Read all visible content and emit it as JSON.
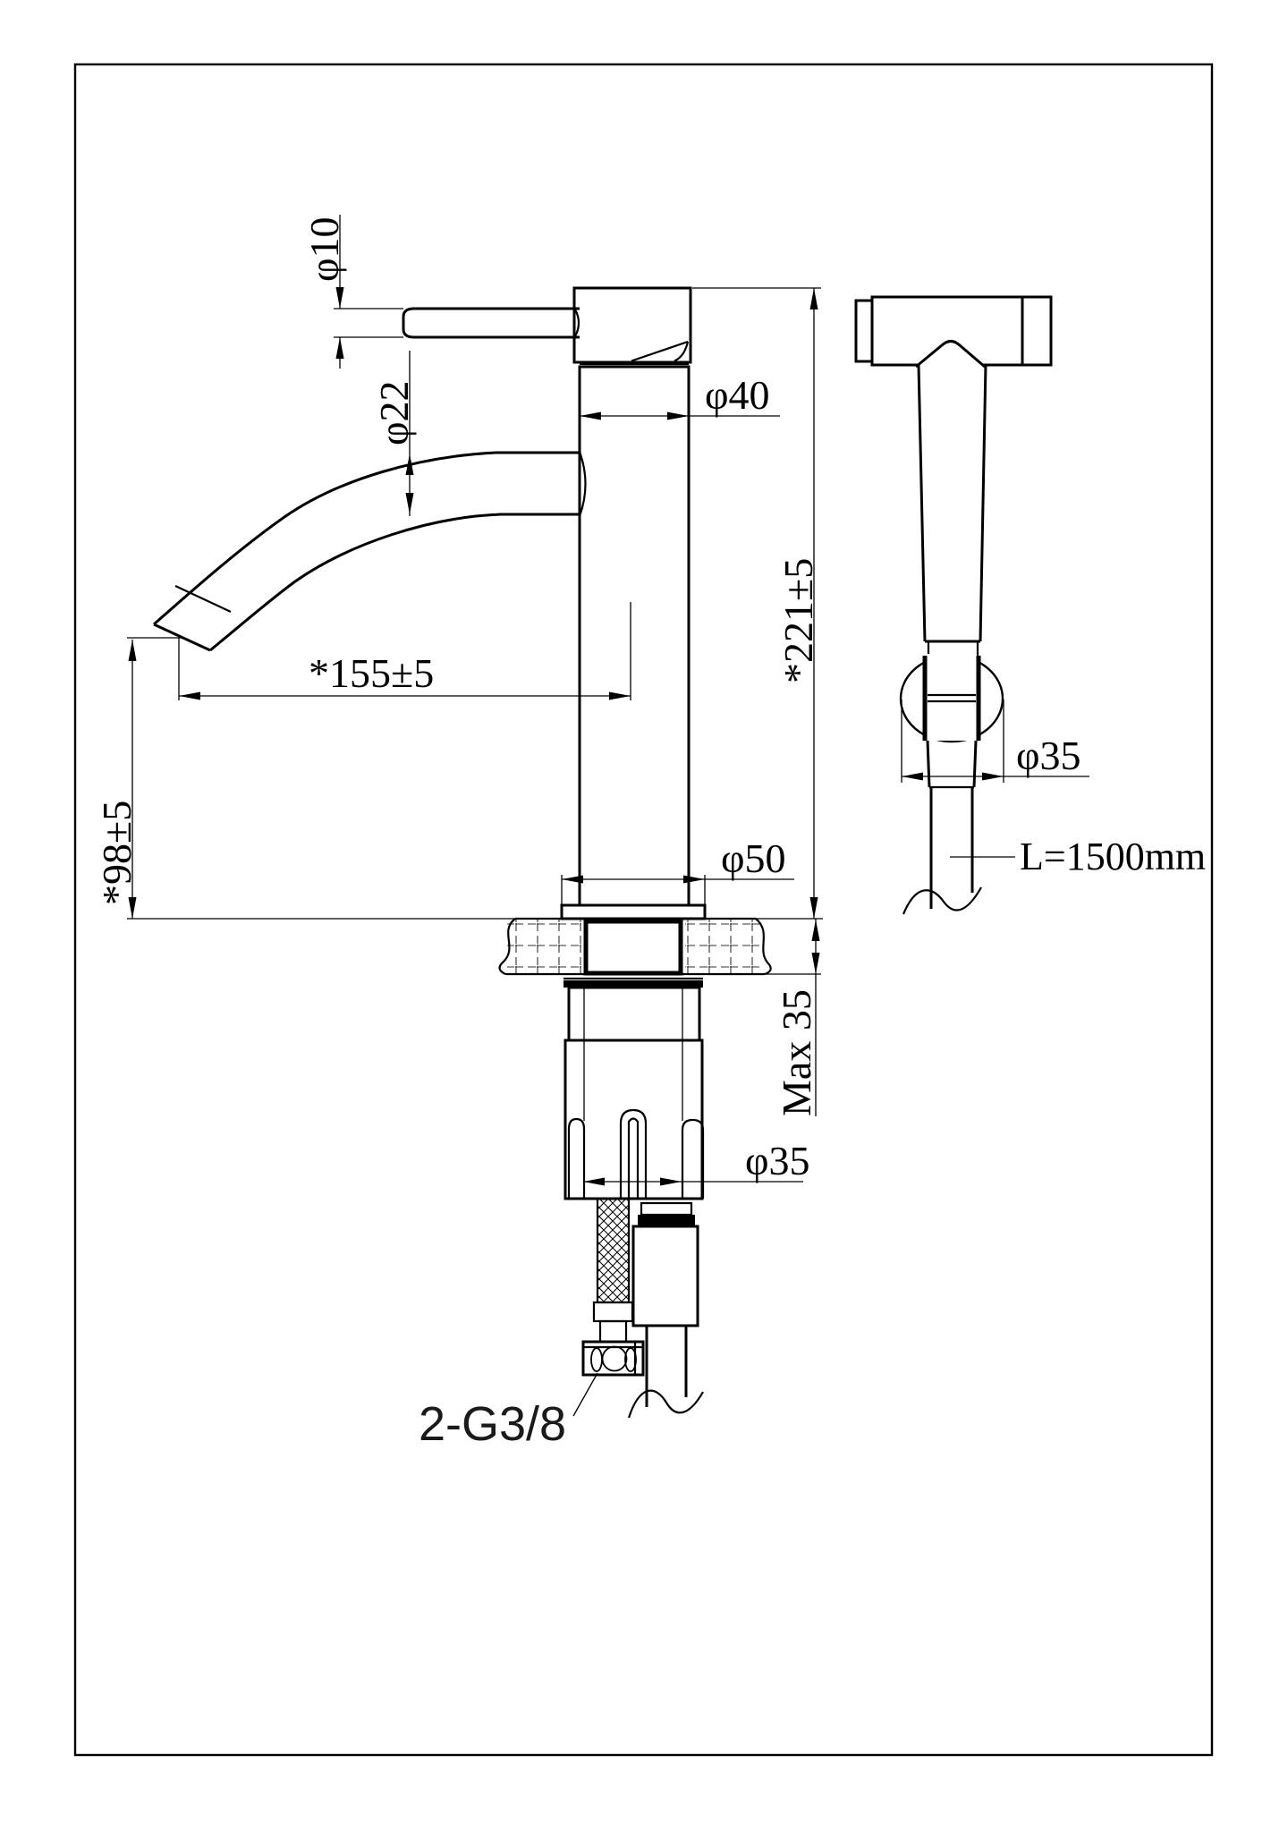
{
  "drawing": {
    "front_view": {
      "dim_lever_diameter": "φ10",
      "dim_spout_tube_diameter": "φ22",
      "dim_body_diameter": "φ40",
      "dim_total_height": "*221±5",
      "dim_spout_reach": "*155±5",
      "dim_spout_outlet_height": "*98±5",
      "dim_base_flange_diameter": "φ50",
      "dim_max_counter_thickness": "Max 35",
      "dim_shank_diameter": "φ35",
      "dim_inlet_thread": "2-G3/8"
    },
    "side_view": {
      "dim_bracket_diameter": "φ35",
      "dim_hose_length": "L=1500mm"
    },
    "colors": {
      "line": "#000000",
      "background": "#ffffff"
    }
  }
}
